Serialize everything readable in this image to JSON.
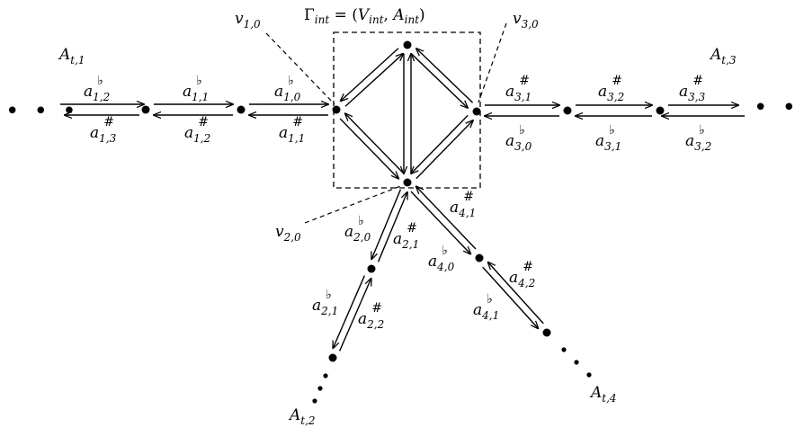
{
  "title": {
    "gamma": "Γ",
    "gamma_sub": "int",
    "eq": " = (",
    "V": "V",
    "V_sub": "int",
    "comma": ", ",
    "A": "A",
    "A_sub": "int",
    "close": ")"
  },
  "vertices": {
    "v10": {
      "base": "v",
      "sub": "1,0"
    },
    "v30": {
      "base": "v",
      "sub": "3,0"
    },
    "v20": {
      "base": "v",
      "sub": "2,0"
    }
  },
  "tails": {
    "t1": {
      "base": "A",
      "sub": "t,1"
    },
    "t3": {
      "base": "A",
      "sub": "t,3"
    },
    "t2": {
      "base": "A",
      "sub": "t,2"
    },
    "t4": {
      "base": "A",
      "sub": "t,4"
    }
  },
  "ellipsis": "• • •",
  "arrows": {
    "a12f": {
      "base": "a",
      "sub": "1,2",
      "sup": "♭"
    },
    "a11f": {
      "base": "a",
      "sub": "1,1",
      "sup": "♭"
    },
    "a10f": {
      "base": "a",
      "sub": "1,0",
      "sup": "♭"
    },
    "a13s": {
      "base": "a",
      "sub": "1,3",
      "sup": "#"
    },
    "a12s": {
      "base": "a",
      "sub": "1,2",
      "sup": "#"
    },
    "a11s": {
      "base": "a",
      "sub": "1,1",
      "sup": "#"
    },
    "a31s": {
      "base": "a",
      "sub": "3,1",
      "sup": "#"
    },
    "a32s": {
      "base": "a",
      "sub": "3,2",
      "sup": "#"
    },
    "a33s": {
      "base": "a",
      "sub": "3,3",
      "sup": "#"
    },
    "a30f": {
      "base": "a",
      "sub": "3,0",
      "sup": "♭"
    },
    "a31f": {
      "base": "a",
      "sub": "3,1",
      "sup": "♭"
    },
    "a32f": {
      "base": "a",
      "sub": "3,2",
      "sup": "♭"
    },
    "a20f": {
      "base": "a",
      "sub": "2,0",
      "sup": "♭"
    },
    "a21s": {
      "base": "a",
      "sub": "2,1",
      "sup": "#"
    },
    "a21f": {
      "base": "a",
      "sub": "2,1",
      "sup": "♭"
    },
    "a22s": {
      "base": "a",
      "sub": "2,2",
      "sup": "#"
    },
    "a41s": {
      "base": "a",
      "sub": "4,1",
      "sup": "#"
    },
    "a40f": {
      "base": "a",
      "sub": "4,0",
      "sup": "♭"
    },
    "a42s": {
      "base": "a",
      "sub": "4,2",
      "sup": "#"
    },
    "a41f": {
      "base": "a",
      "sub": "4,1",
      "sup": "♭"
    }
  }
}
